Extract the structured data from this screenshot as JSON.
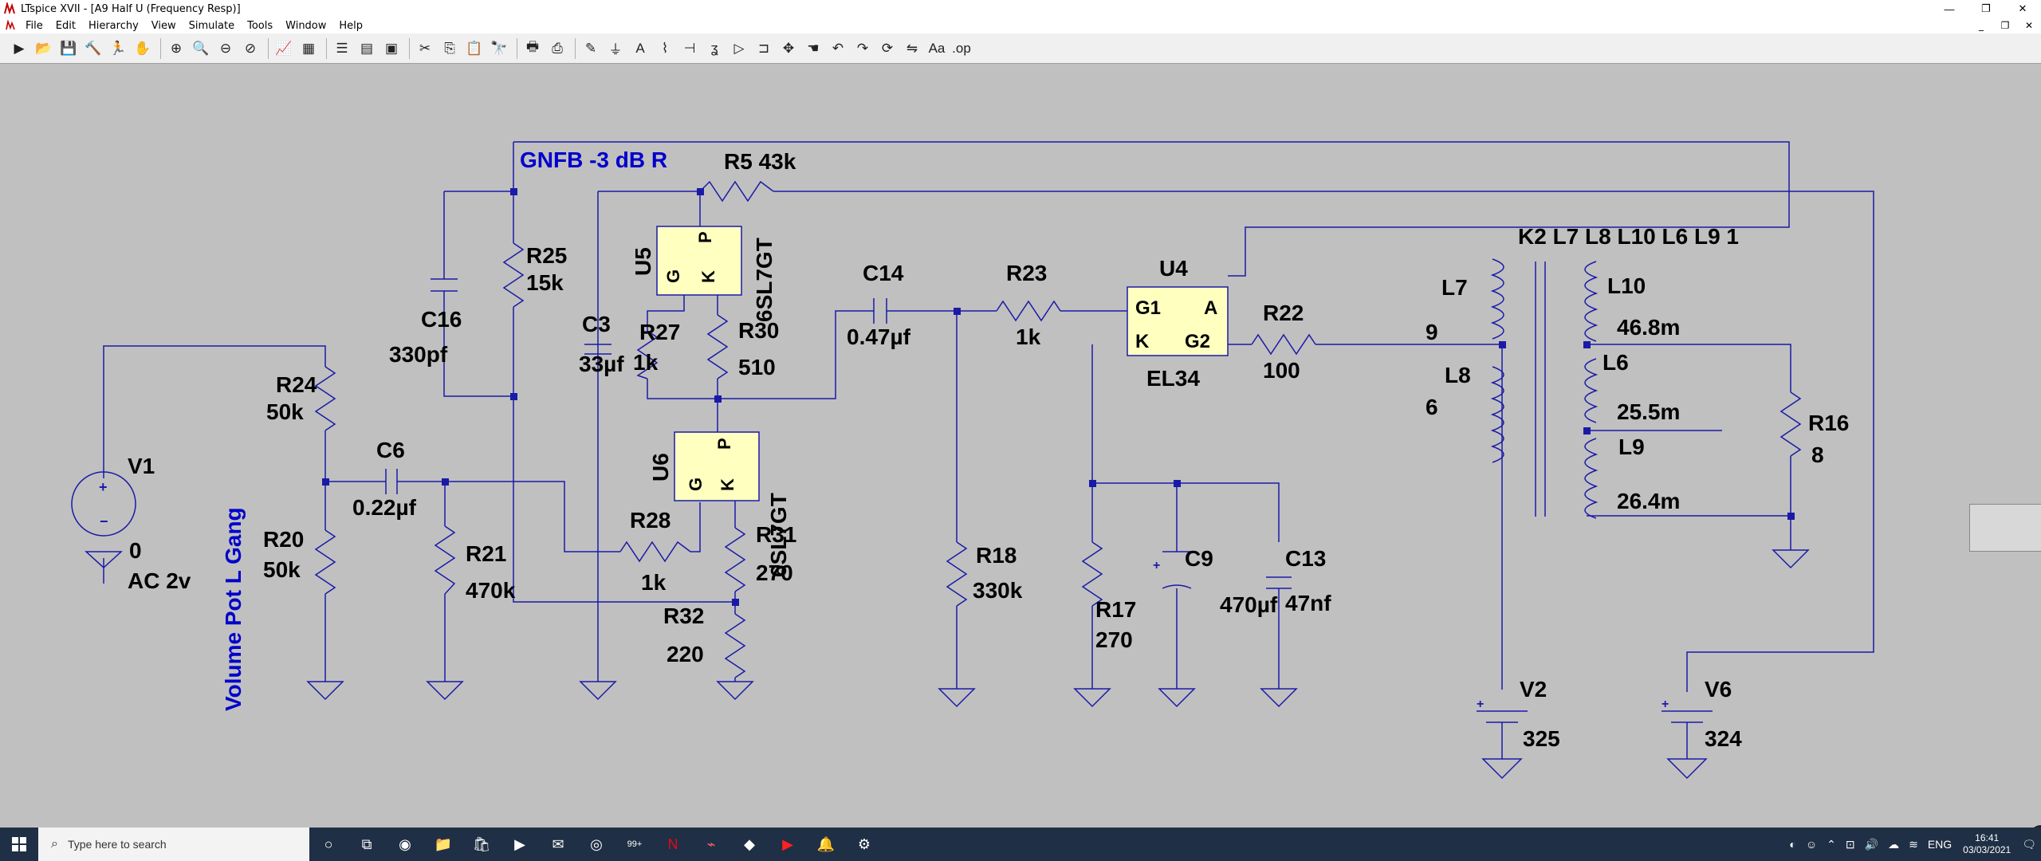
{
  "window": {
    "title": "LTspice XVII - [A9 Half U (Frequency Resp)]",
    "minimize": "—",
    "maximize": "❐",
    "close": "✕"
  },
  "menu": {
    "items": [
      "File",
      "Edit",
      "Hierarchy",
      "View",
      "Simulate",
      "Tools",
      "Window",
      "Help"
    ],
    "mdi_minimize": "_",
    "mdi_restore": "❐",
    "mdi_close": "✕"
  },
  "schematic": {
    "wire_color": "#1a1aa8",
    "label_color": "#000000",
    "netlabel_color": "#0000cc",
    "component_fill": "#ffffc0",
    "labels": {
      "gnfb": "GNFB -3 dB R",
      "volume": "Volume Pot L Gang",
      "r5": "R5 43k",
      "r25": "R25",
      "r25v": "15k",
      "c16": "C16",
      "c16v": "330pf",
      "c3": "C3",
      "c3v": "33µf",
      "r27": "R27",
      "r27v": "1k",
      "r30": "R30",
      "r30v": "510",
      "u5": "U5",
      "u5model": "6SL7GT",
      "u6": "U6",
      "u6model": "6SL7GT",
      "c14": "C14",
      "c14v": "0.47µf",
      "r23": "R23",
      "r23v": "1k",
      "u4": "U4",
      "u4model": "EL34",
      "r22": "R22",
      "r22v": "100",
      "k2": "K2 L7 L8 L10 L6 L9 1",
      "l7": "L7",
      "l7v": "9",
      "l8": "L8",
      "l8v": "6",
      "l10": "L10",
      "l10v": "46.8m",
      "l6": "L6",
      "l6v": "25.5m",
      "l9": "L9",
      "l9v": "26.4m",
      "r16": "R16",
      "r16v": "8",
      "v1": "V1",
      "v1v": "0",
      "v1ac": "AC 2v",
      "r24": "R24",
      "r24v": "50k",
      "r20": "R20",
      "r20v": "50k",
      "c6": "C6",
      "c6v": "0.22µf",
      "r21": "R21",
      "r21v": "470k",
      "r28": "R28",
      "r28v": "1k",
      "r31": "R31",
      "r31v": "270",
      "r32": "R32",
      "r32v": "220",
      "r18": "R18",
      "r18v": "330k",
      "r17": "R17",
      "r17v": "270",
      "c9": "C9",
      "c9v": "470µf",
      "c13": "C13",
      "c13v": "47nf",
      "v2": "V2",
      "v2v": "325",
      "v6": "V6",
      "v6v": "324",
      "pin_g": "G",
      "pin_p": "P",
      "pin_k": "K",
      "pin_g1": "G1",
      "pin_a": "A",
      "pin_g2": "G2"
    }
  },
  "taskbar": {
    "search_placeholder": "Type here to search",
    "badge": "99+",
    "lang": "ENG",
    "time": "16:41",
    "date": "03/03/2021"
  }
}
